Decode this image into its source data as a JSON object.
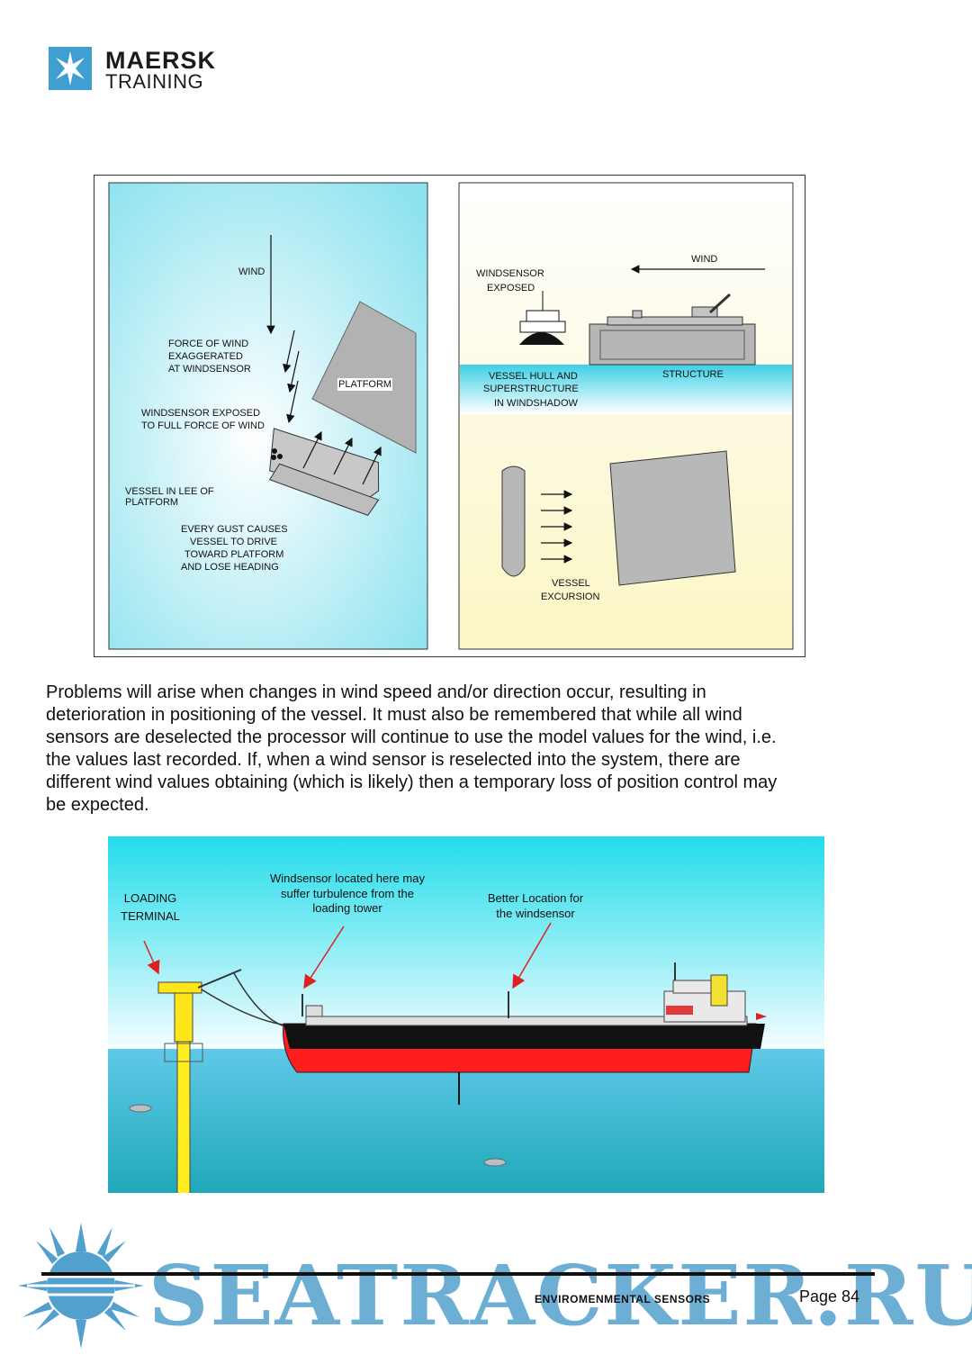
{
  "header": {
    "logo_line1": "MAERSK",
    "logo_line2": "TRAINING",
    "logo_color": "#3f9fd0"
  },
  "figure1": {
    "left": {
      "wind": "WIND",
      "force_line1": "FORCE OF WIND",
      "force_line2": "EXAGGERATED",
      "force_line3": "AT WINDSENSOR",
      "platform": "PLATFORM",
      "exposed_line1": "WINDSENSOR EXPOSED",
      "exposed_line2": "TO FULL FORCE OF WIND",
      "lee_line1": "VESSEL IN LEE OF",
      "lee_line2": "PLATFORM",
      "gust_line1": "EVERY GUST CAUSES",
      "gust_line2": "VESSEL TO DRIVE",
      "gust_line3": "TOWARD PLATFORM",
      "gust_line4": "AND LOSE HEADING"
    },
    "right": {
      "wind": "WIND",
      "sensor_line1": "WINDSENSOR",
      "sensor_line2": "EXPOSED",
      "hull_line1": "VESSEL HULL AND",
      "hull_line2": "SUPERSTRUCTURE",
      "hull_line3": "IN WINDSHADOW",
      "structure": "STRUCTURE",
      "excursion_line1": "VESSEL",
      "excursion_line2": "EXCURSION"
    }
  },
  "paragraph": {
    "line1": "Problems will arise when changes in wind speed and/or direction occur, resulting in",
    "line2": "deterioration in positioning of the vessel. It must also be remembered that while all wind",
    "line3": "sensors are deselected the processor will continue to use the model values for the wind, i.e.",
    "line4": "the values last recorded. If, when a wind sensor is reselected into the system, there are",
    "line5": "different wind values obtaining (which is likely) then a temporary loss of position control may",
    "line6": "be expected."
  },
  "figure2": {
    "terminal_line1": "LOADING",
    "terminal_line2": "TERMINAL",
    "turb_line1": "Windsensor located here may",
    "turb_line2": "suffer turbulence from the",
    "turb_line3": "loading tower",
    "better_line1": "Better Location for",
    "better_line2": "the windsensor"
  },
  "footer": {
    "section": "ENVIROMENMENTAL SENSORS",
    "page": "Page 84",
    "watermark": "SEATRACKER.RU"
  }
}
